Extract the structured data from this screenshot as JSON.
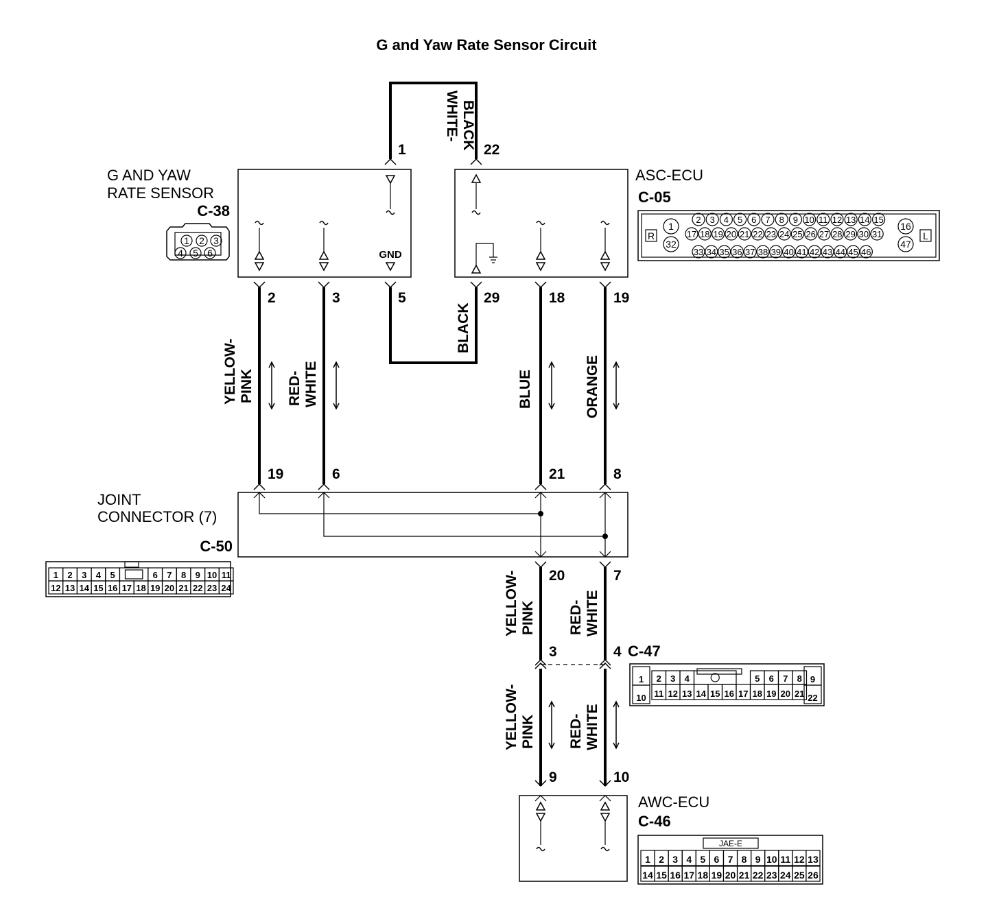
{
  "title": "G and Yaw Rate Sensor Circuit",
  "components": {
    "sensor": {
      "name_line1": "G AND YAW",
      "name_line2": "RATE SENSOR",
      "code": "C-38",
      "gnd_label": "GND"
    },
    "asc_ecu": {
      "name": "ASC-ECU",
      "code": "C-05"
    },
    "joint": {
      "name_line1": "JOINT",
      "name_line2": "CONNECTOR (7)",
      "code": "C-50"
    },
    "inline": {
      "code": "C-47"
    },
    "awc_ecu": {
      "name": "AWC-ECU",
      "code": "C-46"
    }
  },
  "pins": {
    "sensor_1": "1",
    "asc_22": "22",
    "sensor_2": "2",
    "sensor_3": "3",
    "sensor_5": "5",
    "asc_29": "29",
    "asc_18": "18",
    "asc_19": "19",
    "joint_19": "19",
    "joint_6": "6",
    "joint_21": "21",
    "joint_8": "8",
    "joint_20": "20",
    "joint_7": "7",
    "c47_3": "3",
    "c47_4": "4",
    "awc_9": "9",
    "awc_10": "10"
  },
  "wires": {
    "white_black_1": "WHITE-",
    "white_black_2": "BLACK",
    "black": "BLACK",
    "yp_1": "YELLOW-",
    "yp_2": "PINK",
    "rw_1": "RED-",
    "rw_2": "WHITE",
    "blue": "BLUE",
    "orange": "ORANGE"
  },
  "connector_faces": {
    "c38": {
      "top": [
        "1",
        "2",
        "3"
      ],
      "bottom": [
        "4",
        "5",
        "6"
      ]
    },
    "c05": {
      "left": [
        "1",
        "32"
      ],
      "row1": [
        "2",
        "3",
        "4",
        "5",
        "6",
        "7",
        "8",
        "9",
        "10",
        "11",
        "12",
        "13",
        "14",
        "15"
      ],
      "row2": [
        "17",
        "18",
        "19",
        "20",
        "21",
        "22",
        "23",
        "24",
        "25",
        "26",
        "27",
        "28",
        "29",
        "30",
        "31"
      ],
      "row3": [
        "33",
        "34",
        "35",
        "36",
        "37",
        "38",
        "39",
        "40",
        "41",
        "42",
        "43",
        "44",
        "45",
        "46"
      ],
      "right": [
        "16",
        "47"
      ],
      "left_mark": "R",
      "right_mark": "L"
    },
    "c50": {
      "row1": [
        "1",
        "2",
        "3",
        "4",
        "5",
        "6",
        "7",
        "8",
        "9",
        "10",
        "11"
      ],
      "row2": [
        "12",
        "13",
        "14",
        "15",
        "16",
        "17",
        "18",
        "19",
        "20",
        "21",
        "22",
        "23",
        "24"
      ]
    },
    "c47": {
      "left_top": "1",
      "left_bottom": "10",
      "row1a": [
        "2",
        "3",
        "4"
      ],
      "row1b": [
        "5",
        "6",
        "7",
        "8"
      ],
      "row2": [
        "11",
        "12",
        "13",
        "14",
        "15",
        "16",
        "17",
        "18",
        "19",
        "20",
        "21"
      ],
      "right_top": "9",
      "right_bottom": "22"
    },
    "c46": {
      "tag": "JAE-E",
      "row1": [
        "1",
        "2",
        "3",
        "4",
        "5",
        "6",
        "7",
        "8",
        "9",
        "10",
        "11",
        "12",
        "13"
      ],
      "row2": [
        "14",
        "15",
        "16",
        "17",
        "18",
        "19",
        "20",
        "21",
        "22",
        "23",
        "24",
        "25",
        "26"
      ]
    }
  }
}
